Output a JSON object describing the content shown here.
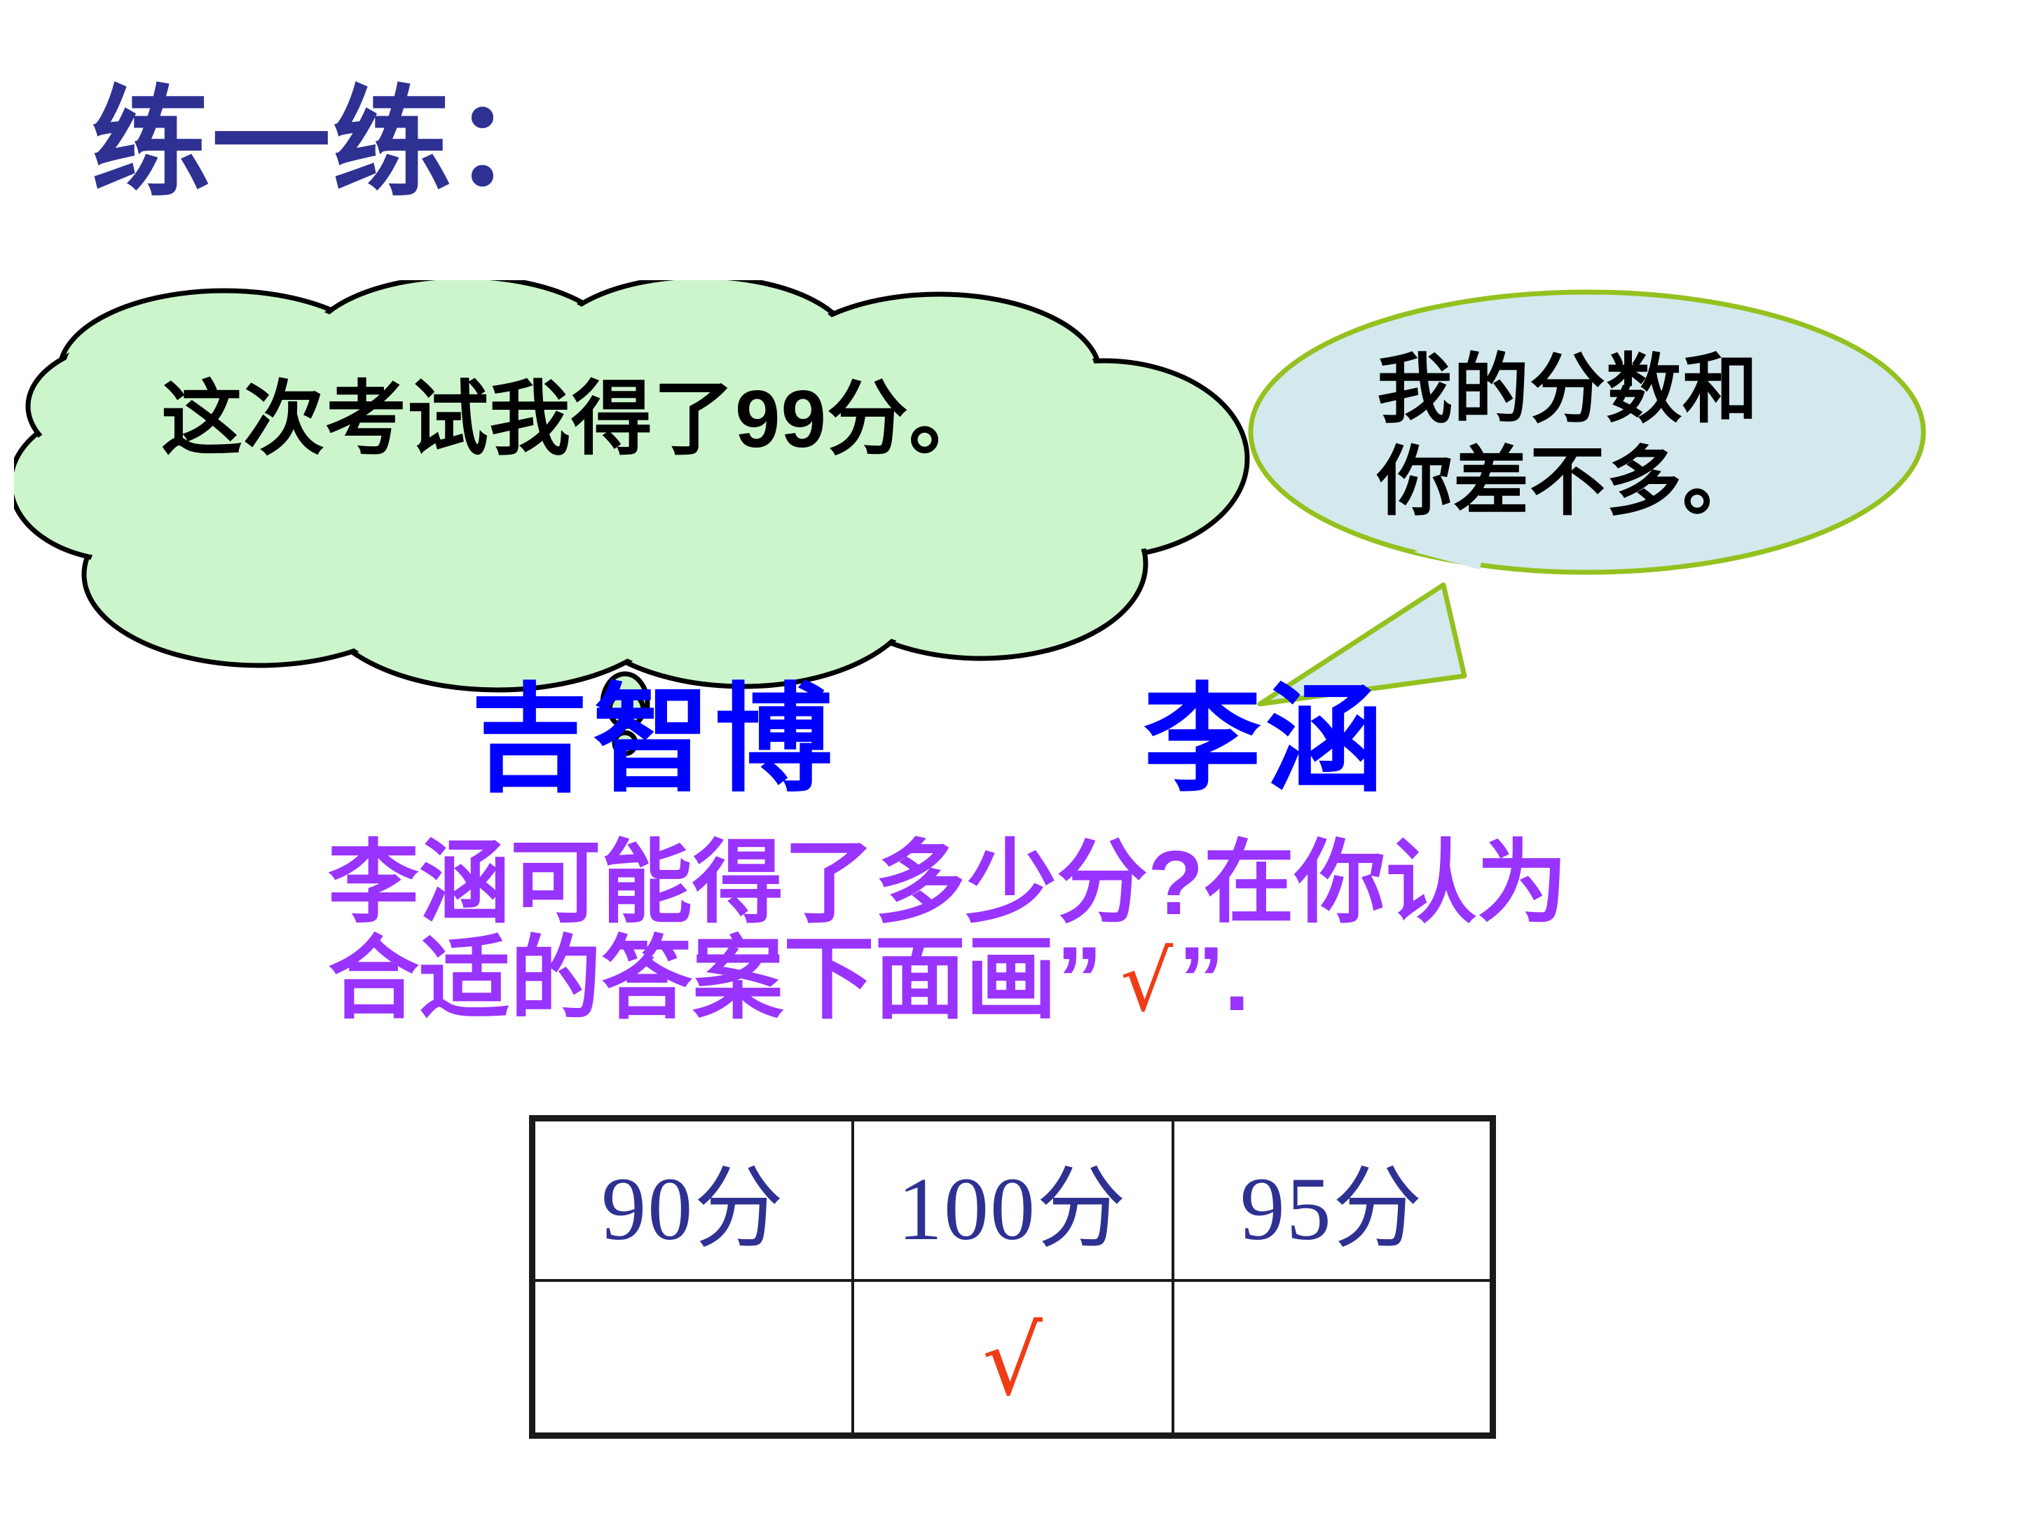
{
  "slide": {
    "title": "练一练：",
    "title_color": "#2e3192",
    "background_color": "#ffffff"
  },
  "thought_bubble": {
    "icon": "thought-cloud-shape",
    "speaker": "吉智博",
    "text": "这次考试我得了99分。",
    "fill_color": "#ccf5cc",
    "outline_color": "#000000",
    "tail_bubbles": 3
  },
  "speech_bubble": {
    "icon": "oval-speech-balloon-shape",
    "speaker": "李涵",
    "lines": [
      "我的分数和",
      "你差不多。"
    ],
    "fill_color": "#d3e9ed",
    "outline_color": "#94c11f"
  },
  "students": {
    "left_name": "吉智博",
    "right_name": "李涵",
    "name_color": "#0000ff"
  },
  "question": {
    "line1": "李涵可能得了多少分?在你认为",
    "line2_before_tick": "合适的答案下面画”",
    "tick_glyph": "√",
    "line2_after_tick": "”.",
    "text_color": "#9933ff",
    "tick_color": "#f03c16"
  },
  "answer_table": {
    "columns": [
      "90分",
      "100分",
      "95分"
    ],
    "marks": [
      "",
      "√",
      ""
    ],
    "selected_column": "100分",
    "header_text_color": "#2e3192",
    "mark_color": "#f03c16",
    "border_color": "#1a1a1a"
  }
}
